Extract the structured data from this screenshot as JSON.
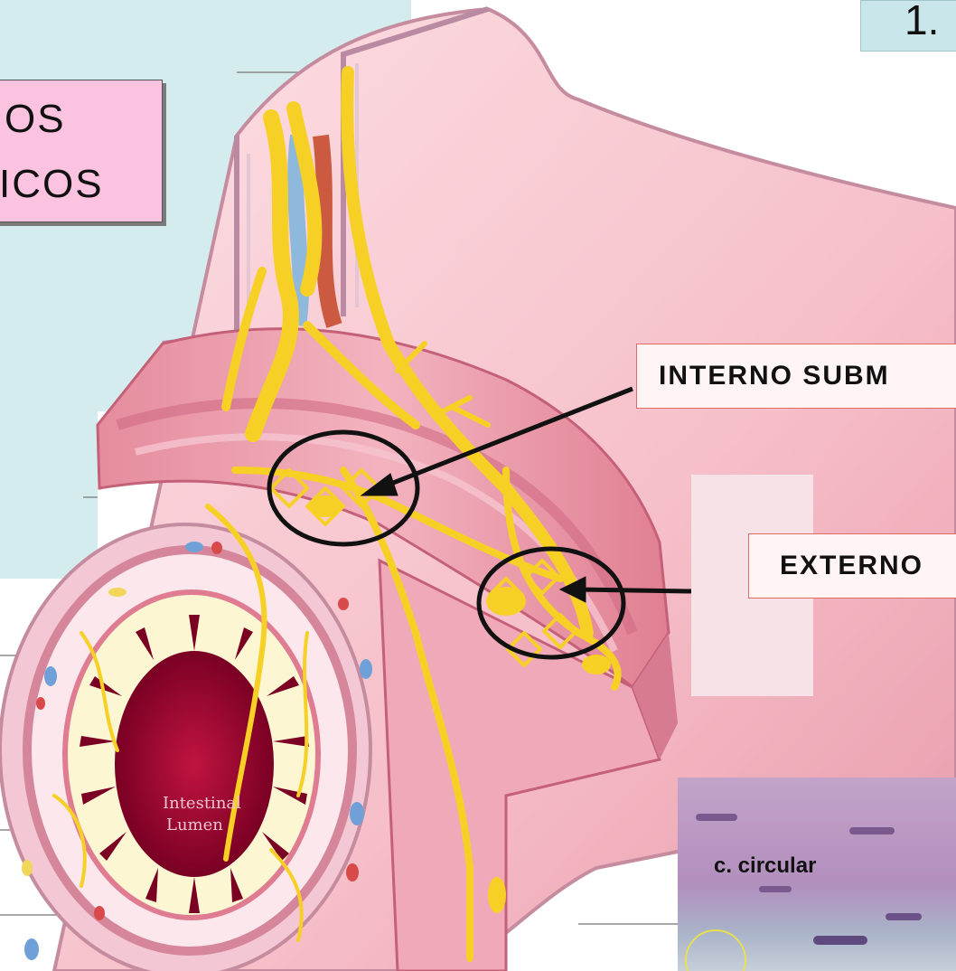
{
  "slide": {
    "number": "1."
  },
  "title": {
    "line1": "OS",
    "line2": "ICOS"
  },
  "labels": {
    "interno": "INTERNO SUBM",
    "externo": "EXTERNO",
    "circular": "c. circular",
    "lumen_line1": "Intestinal",
    "lumen_line2": "Lumen"
  },
  "colors": {
    "teal_panel": "#d5ecee",
    "pink_box": "#fbc3df",
    "nerve_yellow": "#f7d026",
    "lumen_red": "#7a0024",
    "label_border": "#e06a6a"
  }
}
